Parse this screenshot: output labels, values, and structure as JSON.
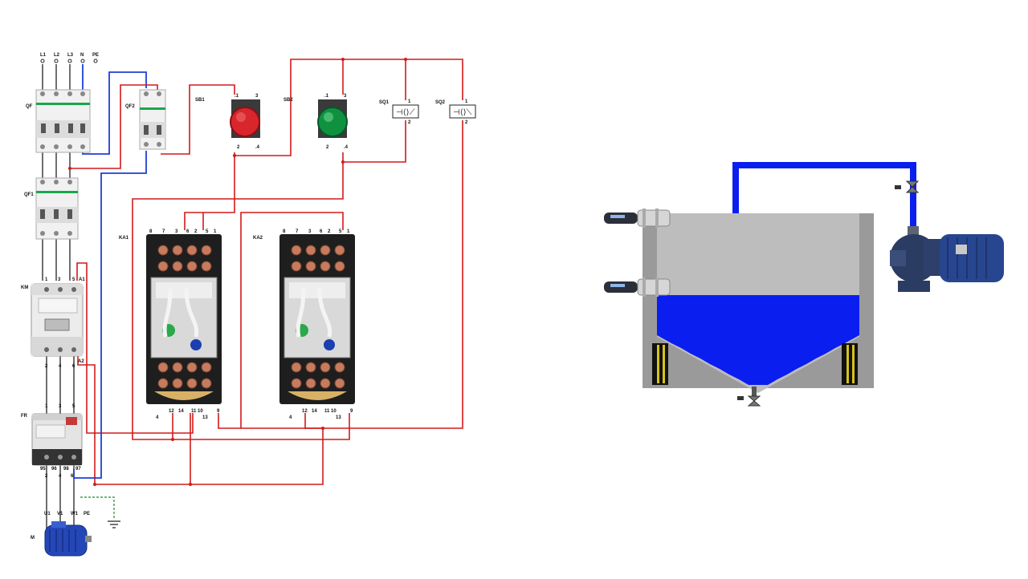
{
  "supply": {
    "l1": "L1",
    "l2": "L2",
    "l3": "L3",
    "n": "N",
    "pe": "PE"
  },
  "qf": {
    "qf": "QF",
    "qf1": "QF1",
    "qf2": "QF2"
  },
  "km": {
    "label": "KM",
    "a1": "A1",
    "a2": "A2",
    "t1": "1",
    "t3": "3",
    "t5": "5",
    "t2": "2",
    "t4": "4",
    "t6": "6"
  },
  "fr": {
    "label": "FR",
    "t95": "95",
    "t96": "96",
    "t97": "97",
    "t98": "98",
    "t2": "2",
    "t4": "4",
    "t6": "6"
  },
  "motor": {
    "label": "M",
    "u1": "U1",
    "v1": "V1",
    "w1": "W1",
    "pe": "PE"
  },
  "buttons": {
    "sb1": "SB1",
    "sb2": "SB2",
    "n1": ".1",
    "n2": "2",
    "n3": "3",
    "n4": ".4"
  },
  "switches": {
    "sq1": "SQ1",
    "sq2": "SQ2",
    "n1": "1",
    "n2": "2"
  },
  "relays": {
    "ka1": "KA1",
    "ka2": "KA2",
    "top": [
      "8",
      "7",
      "3",
      "6",
      "2",
      "5",
      "1"
    ],
    "bottom": [
      "4",
      "12",
      "14",
      "11",
      "13",
      "10",
      "9"
    ]
  },
  "colors": {
    "wire": "#d21a1a",
    "blue": "#1d3fd6",
    "water": "#0a1ef0",
    "tank": "#bdbdbd",
    "frame": "#9a9a9a",
    "red_button": "#d8262c",
    "green_button": "#10913f"
  }
}
